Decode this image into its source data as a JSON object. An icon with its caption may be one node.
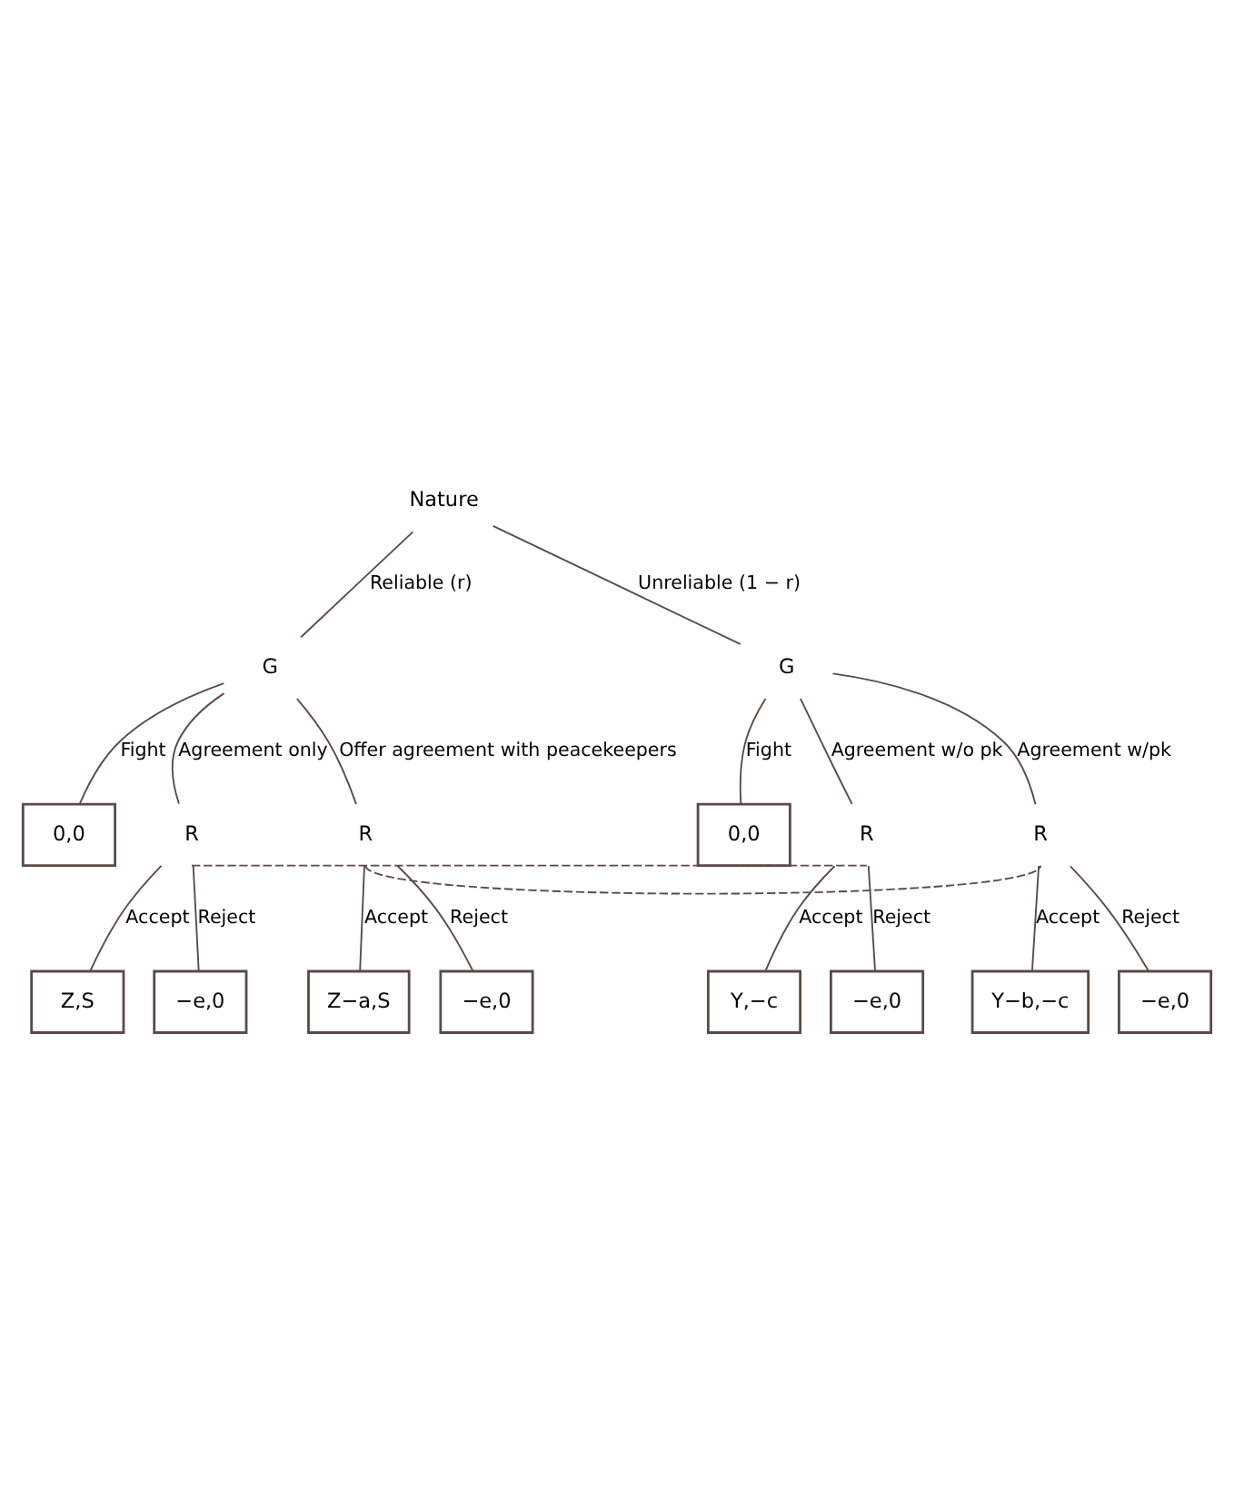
{
  "diagram": {
    "nodes": [
      {
        "text": [
          "Nature"
        ]
      },
      {
        "text": [
          "G"
        ]
      },
      {
        "text": [
          "G"
        ]
      },
      {
        "text": [
          "0,0"
        ]
      },
      {
        "text": [
          "R"
        ]
      },
      {
        "text": [
          "R"
        ]
      },
      {
        "text": [
          "0,0"
        ]
      },
      {
        "text": [
          "R"
        ]
      },
      {
        "text": [
          "R"
        ]
      },
      {
        "text": [
          "Z,S"
        ]
      },
      {
        "text": [
          "−e,0"
        ]
      },
      {
        "text": [
          "Z−a,S"
        ]
      },
      {
        "text": [
          "−e,0"
        ]
      },
      {
        "text": [
          "Y,−c"
        ]
      },
      {
        "text": [
          "−e,0"
        ]
      },
      {
        "text": [
          "Y−b,−c"
        ]
      },
      {
        "text": [
          "−e,0"
        ]
      }
    ],
    "edges": [
      {
        "from": 0,
        "to": 1,
        "arrow": "none",
        "label": "Reliable (r)"
      },
      {
        "from": 0,
        "to": 2,
        "arrow": "none",
        "label": "Unreliable (1 − r)"
      },
      {
        "from": 1,
        "to": 3,
        "arrow": "none",
        "label": "Fight"
      },
      {
        "from": 1,
        "to": 4,
        "arrow": "none",
        "label": "Agreement only"
      },
      {
        "from": 1,
        "to": 5,
        "arrow": "none",
        "label": "Offer agreement with peacekeepers"
      },
      {
        "from": 2,
        "to": 6,
        "arrow": "none",
        "label": "Fight"
      },
      {
        "from": 2,
        "to": 7,
        "arrow": "none",
        "label": "Agreement w/o pk"
      },
      {
        "from": 2,
        "to": 8,
        "arrow": "none",
        "label": "Agreement w/pk"
      },
      {
        "from": 4,
        "to": 9,
        "arrow": "none",
        "label": "Accept"
      },
      {
        "from": 4,
        "to": 10,
        "arrow": "none",
        "label": "Reject"
      },
      {
        "from": 5,
        "to": 11,
        "arrow": "none",
        "label": "Accept"
      },
      {
        "from": 5,
        "to": 12,
        "arrow": "none",
        "label": "Reject"
      },
      {
        "from": 7,
        "to": 13,
        "arrow": "none",
        "label": "Accept"
      },
      {
        "from": 7,
        "to": 14,
        "arrow": "none",
        "label": "Reject"
      },
      {
        "from": 8,
        "to": 15,
        "arrow": "none",
        "label": "Accept"
      },
      {
        "from": 8,
        "to": 16,
        "arrow": "none",
        "label": "Reject"
      },
      {
        "from": 4,
        "to": 7,
        "arrow": "none",
        "style": "dashed"
      },
      {
        "from": 5,
        "to": 8,
        "arrow": "none",
        "style": "dashed"
      }
    ]
  }
}
